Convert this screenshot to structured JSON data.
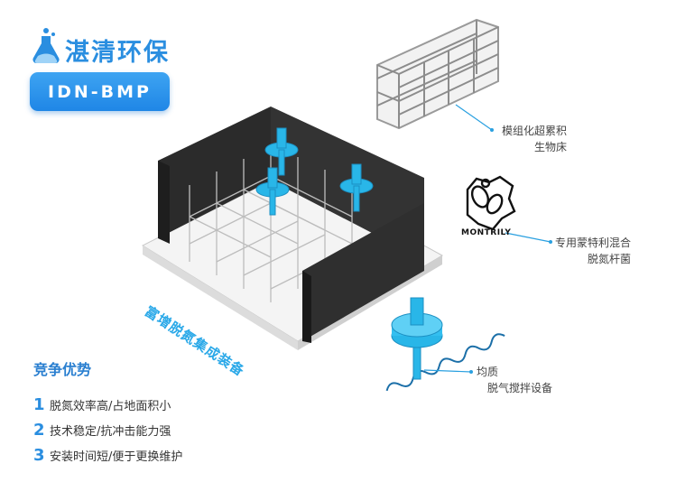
{
  "brand": {
    "name": "湛清环保",
    "model": "IDN-BMP"
  },
  "tank_label": "富增脱氮集成装备",
  "advantages": {
    "title": "竞争优势",
    "items": [
      {
        "num": "1",
        "text": "脱氮效率高/占地面积小"
      },
      {
        "num": "2",
        "text": "技术稳定/抗冲击能力强"
      },
      {
        "num": "3",
        "text": "安装时间短/便于更换维护"
      }
    ]
  },
  "callouts": {
    "bed": [
      "模组化超累积",
      "生物床"
    ],
    "bacteria": [
      "专用蒙特利混合",
      "脱氮杆菌"
    ],
    "mixer": [
      "均质",
      "脱气搅拌设备"
    ]
  },
  "montrily_logo": "MONTRILY",
  "colors": {
    "brand_blue": "#2a8ee0",
    "equipment_cyan": "#29b6e8",
    "tank_dark": "#2b2b2b"
  }
}
